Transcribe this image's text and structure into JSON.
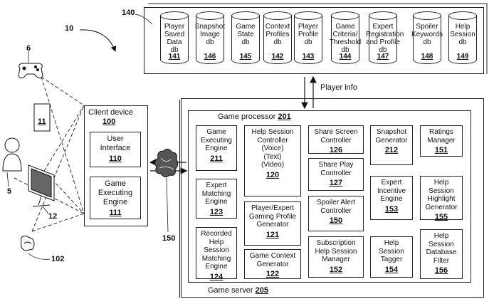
{
  "labels": {
    "main_ref": "10",
    "db_group_ref": "140",
    "controller_ref": "6",
    "user_ref": "5",
    "display_ref": "12",
    "headset_ref": "102",
    "network_ref": "150",
    "hmd_ref": "11",
    "player_info": "Player info"
  },
  "databases": [
    {
      "name": "Player\nSaved\nData\ndb",
      "num": "141"
    },
    {
      "name": "Snapshot\nImage\ndb",
      "num": "146"
    },
    {
      "name": "Game\nState\ndb",
      "num": "145"
    },
    {
      "name": "Context\nProfiles\ndb",
      "num": "142"
    },
    {
      "name": "Player\nProfile\ndb",
      "num": "143"
    },
    {
      "name": "Game\nCriteria/\nThreshold\ndb",
      "num": "144"
    },
    {
      "name": "Expert\nRegistration\nand Profile\ndb",
      "num": "147"
    },
    {
      "name": "Spoiler\nKeywords\ndb",
      "num": "148"
    },
    {
      "name": "Help\nSession\ndb",
      "num": "149"
    }
  ],
  "client": {
    "title": "Client device",
    "num": "100",
    "ui_label": "User\nInterface",
    "ui_num": "110",
    "engine_label": "Game\nExecuting\nEngine",
    "engine_num": "111"
  },
  "server": {
    "title": "Game server",
    "num": "205",
    "processor_title": "Game processor",
    "processor_num": "201"
  },
  "components": [
    {
      "label": "Game\nExecuting\nEngine",
      "num": "211"
    },
    {
      "label": "Expert\nMatching\nEngine",
      "num": "123"
    },
    {
      "label": "Recorded\nHelp\nSession\nMatching\nEngine",
      "num": "124"
    },
    {
      "label": "Help Session\nController\n(Voice)\n(Text)\n(Video)",
      "num": "120"
    },
    {
      "label": "Player/Expert\nGaming Profile\nGenerator",
      "num": "121"
    },
    {
      "label": "Game Context\nGenerator",
      "num": "122"
    },
    {
      "label": "Share Screen\nController",
      "num": "126"
    },
    {
      "label": "Share Play\nController",
      "num": "127"
    },
    {
      "label": "Spoiler Alert\nController",
      "num": "150"
    },
    {
      "label": "Subscription\nHelp Session\nManager",
      "num": "152"
    },
    {
      "label": "Snapshot\nGenerator",
      "num": "212"
    },
    {
      "label": "Expert\nIncentive\nEngine",
      "num": "153"
    },
    {
      "label": "Help\nSession\nTagger",
      "num": "154"
    },
    {
      "label": "Ratings\nManager",
      "num": "151"
    },
    {
      "label": "Help\nSession\nHighlight\nGenerator",
      "num": "155"
    },
    {
      "label": "Help\nSession\nDatabase\nFilter",
      "num": "156"
    }
  ]
}
